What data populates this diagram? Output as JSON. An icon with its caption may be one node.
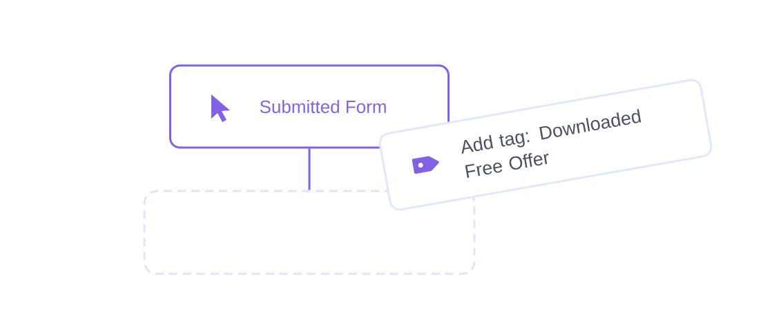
{
  "diagram": {
    "nodes": [
      {
        "text": [
          "Submitted Form"
        ]
      },
      {
        "text": [],
        "shape": "box"
      },
      {
        "text": [
          "Add tag: Downloaded Free Offer"
        ]
      }
    ],
    "edges": [
      {
        "from": 0,
        "to": 1,
        "arrow": "none"
      }
    ]
  }
}
